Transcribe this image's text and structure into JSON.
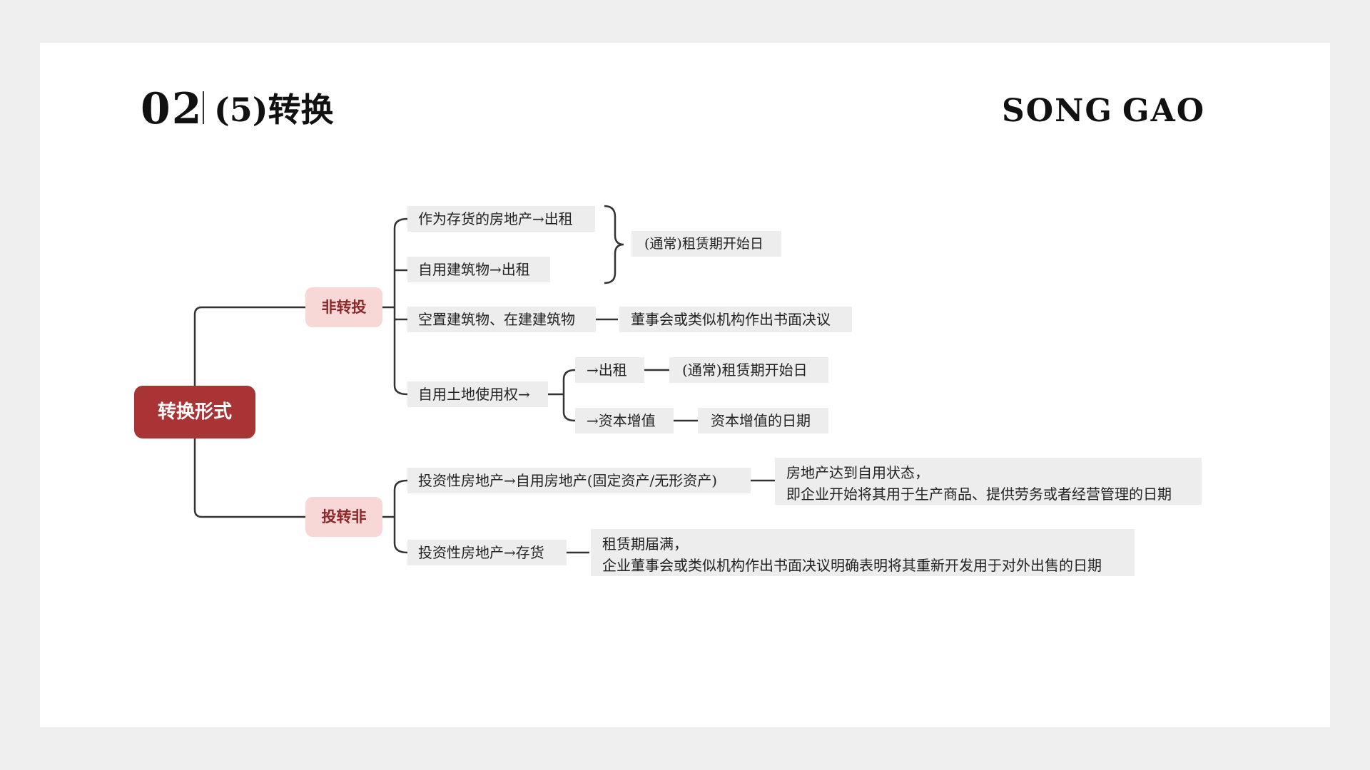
{
  "header": {
    "number": "02",
    "title": "(5)转换",
    "brand_left": "SONG",
    "brand_right": "GAO"
  },
  "root": "转换形式",
  "categories": {
    "non_to_invest": "非转投",
    "invest_to_non": "投转非"
  },
  "nodes": {
    "inventory_rent": "作为存货的房地产→出租",
    "selfuse_rent": "自用建筑物→出租",
    "lease_start_1": "(通常)租赁期开始日",
    "vacant_building": "空置建筑物、在建建筑物",
    "board_decision": "董事会或类似机构作出书面决议",
    "land_use_right": "自用土地使用权→",
    "to_rent": "→出租",
    "lease_start_2": "(通常)租赁期开始日",
    "to_appreciation": "→资本增值",
    "appreciation_date": "资本增值的日期",
    "invest_to_selfuse": "投资性房地产→自用房地产(固定资产/无形资产)",
    "selfuse_state_line1": "房地产达到自用状态，",
    "selfuse_state_line2": "即企业开始将其用于生产商品、提供劳务或者经营管理的日期",
    "invest_to_inventory": "投资性房地产→存货",
    "lease_expire_line1": "租赁期届满，",
    "lease_expire_line2": "企业董事会或类似机构作出书面决议明确表明将其重新开发用于对外出售的日期"
  },
  "colors": {
    "root_bg": "#a83436",
    "category_bg": "#f8d7d7",
    "category_text": "#8a2a2a",
    "leaf_bg": "#ededed",
    "line": "#333333"
  }
}
